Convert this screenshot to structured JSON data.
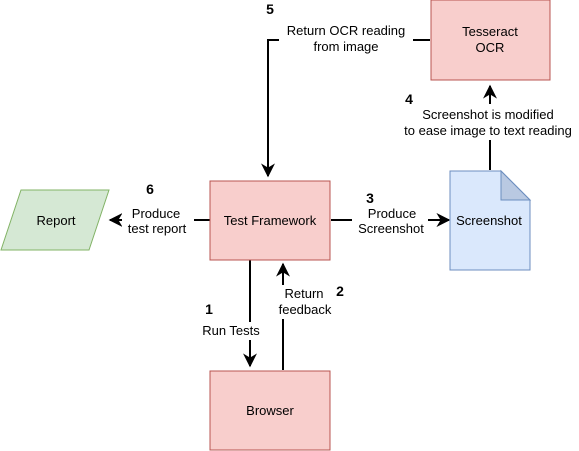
{
  "colors": {
    "red_fill": "#f8cecc",
    "red_stroke": "#b85450",
    "green_fill": "#d5e8d4",
    "green_stroke": "#82b366",
    "blue_fill": "#dae8fc",
    "blue_stroke": "#6c8ebf",
    "edge": "#000000"
  },
  "nodes": {
    "tesseract": {
      "line1": "Tesseract",
      "line2": "OCR"
    },
    "framework": {
      "label": "Test Framework"
    },
    "report": {
      "label": "Report"
    },
    "screenshot": {
      "label": "Screenshot"
    },
    "browser": {
      "label": "Browser"
    }
  },
  "edges": {
    "e1": {
      "step": "1",
      "label": "Run Tests"
    },
    "e2": {
      "step": "2",
      "line1": "Return",
      "line2": "feedback"
    },
    "e3": {
      "step": "3",
      "line1": "Produce",
      "line2": "Screenshot"
    },
    "e4": {
      "step": "4",
      "line1": "Screenshot is modified",
      "line2": "to ease image to text reading"
    },
    "e5": {
      "step": "5",
      "line1": "Return OCR reading",
      "line2": "from image"
    },
    "e6": {
      "step": "6",
      "line1": "Produce",
      "line2": "test report"
    }
  }
}
